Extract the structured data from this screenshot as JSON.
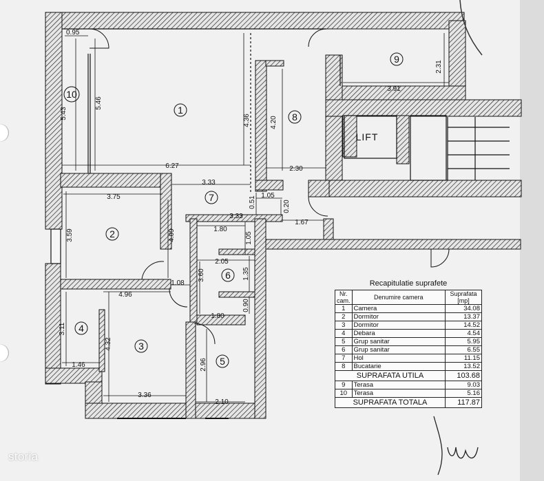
{
  "rooms": {
    "r1": "1",
    "r2": "2",
    "r3": "3",
    "r4": "4",
    "r5": "5",
    "r6": "6",
    "r7": "7",
    "r8": "8",
    "r9": "9",
    "r10": "10",
    "lift": "LIFT"
  },
  "dimensions": {
    "d095": "0.95",
    "d546": "5.46",
    "d543": "5.43",
    "d627": "6.27",
    "d436": "4.36",
    "d420": "4.20",
    "d230": "2.30",
    "d231": "2.31",
    "d391": "3.91",
    "d333a": "3.33",
    "d375": "3.75",
    "d359": "3.59",
    "d409": "4.09",
    "d051": "0.51",
    "d105a": "1.05",
    "d020": "0.20",
    "d333b": "3.33",
    "d167": "1.67",
    "d180a": "1.80",
    "d105b": "1.05",
    "d205": "2.05",
    "d360": "3.60",
    "d135": "1.35",
    "d108": "1.08",
    "d496": "4.96",
    "d090": "0.90",
    "d180b": "1.80",
    "d311": "3.11",
    "d432": "4.32",
    "d146": "1.46",
    "d296": "2.96",
    "d336": "3.36",
    "d210": "2.10"
  },
  "summary": {
    "title": "Recapitulatie suprafete",
    "headers": {
      "nr": "Nr. cam.",
      "name": "Denumire camera",
      "area": "Suprafata [mp]"
    },
    "rows": [
      {
        "nr": "1",
        "name": "Camera",
        "area": "34.08"
      },
      {
        "nr": "2",
        "name": "Dormitor",
        "area": "13.37"
      },
      {
        "nr": "3",
        "name": "Dormitor",
        "area": "14.52"
      },
      {
        "nr": "4",
        "name": "Debara",
        "area": "4.54"
      },
      {
        "nr": "5",
        "name": "Grup sanitar",
        "area": "5.95"
      },
      {
        "nr": "6",
        "name": "Grup sanitar",
        "area": "6.55"
      },
      {
        "nr": "7",
        "name": "Hol",
        "area": "11.15"
      },
      {
        "nr": "8",
        "name": "Bucatarie",
        "area": "13.52"
      }
    ],
    "util_label": "SUPRAFATA UTILA",
    "util_value": "103.68",
    "terraces": [
      {
        "nr": "9",
        "name": "Terasa",
        "area": "9.03"
      },
      {
        "nr": "10",
        "name": "Terasa",
        "area": "5.16"
      }
    ],
    "total_label": "SUPRAFATA TOTALA",
    "total_value": "117.87"
  },
  "brand": "storia"
}
